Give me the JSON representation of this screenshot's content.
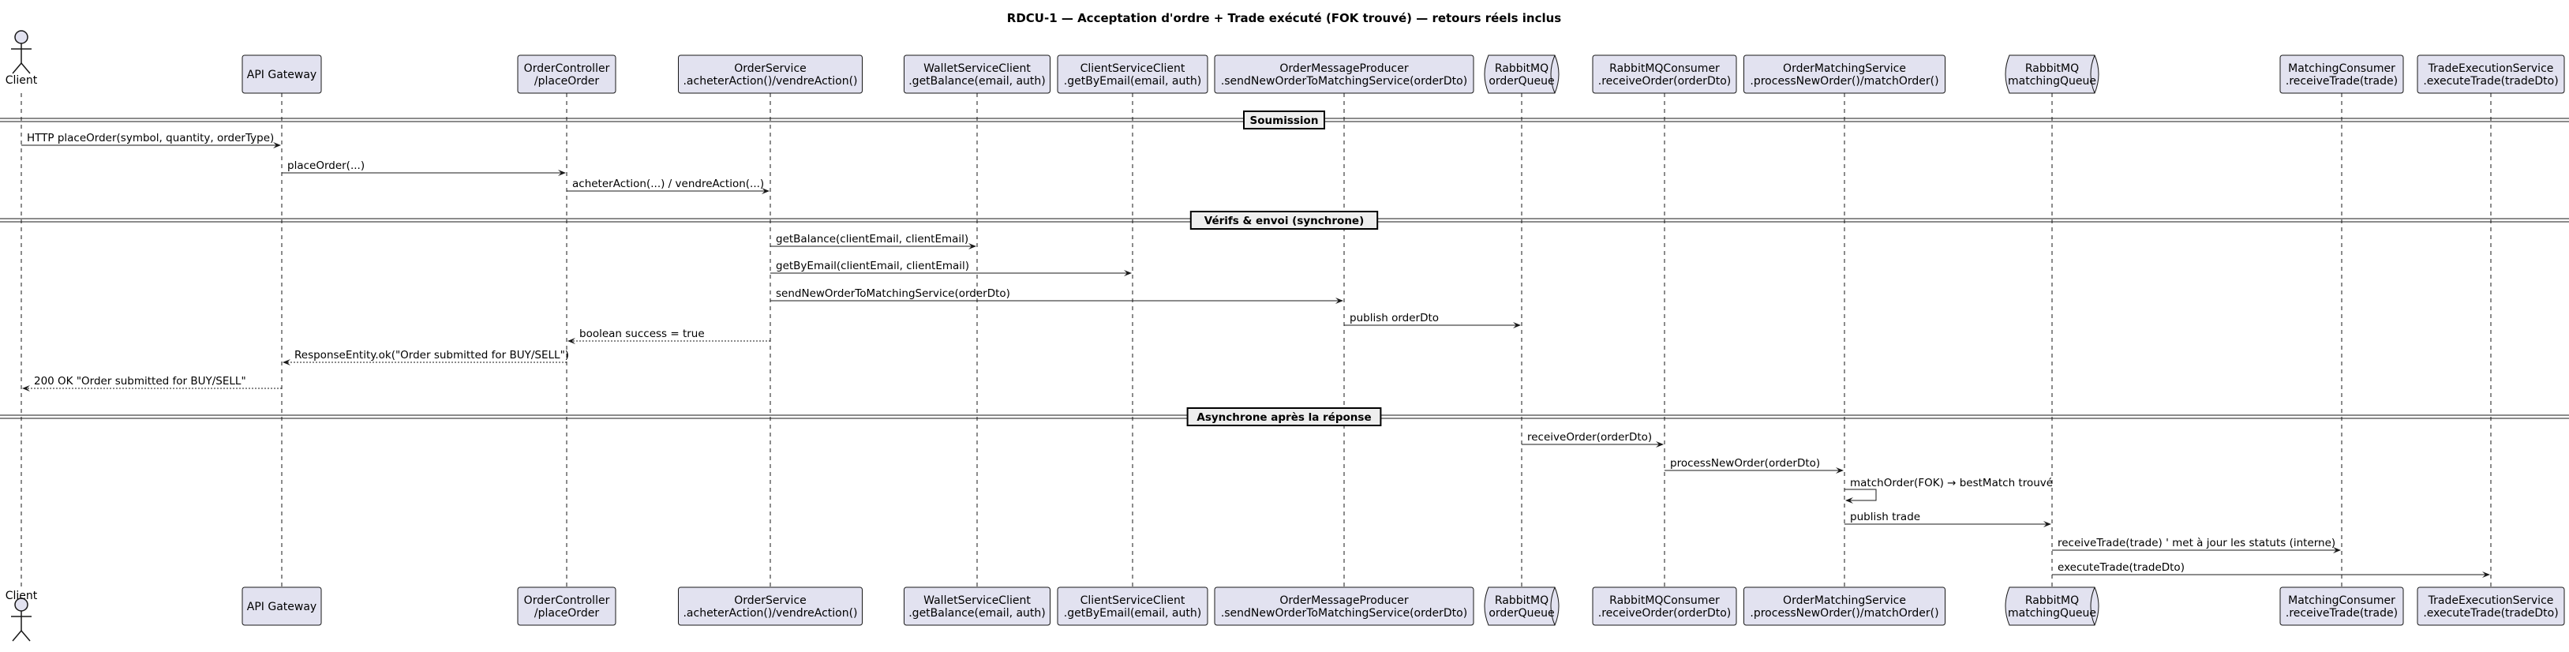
{
  "title": "RDCU-1 — Acceptation d'ordre + Trade exécuté (FOK trouvé) — retours réels inclus",
  "colors": {
    "participant_fill": "#E2E2F0",
    "line": "#181818",
    "divider_fill": "#EEEEEE",
    "background": "#FFFFFF"
  },
  "participants": [
    {
      "id": "client",
      "kind": "actor",
      "label": [
        "Client"
      ]
    },
    {
      "id": "gateway",
      "kind": "box",
      "label": [
        "API Gateway"
      ]
    },
    {
      "id": "controller",
      "kind": "box",
      "label": [
        "OrderController",
        "/placeOrder"
      ]
    },
    {
      "id": "orderService",
      "kind": "box",
      "label": [
        "OrderService",
        ".acheterAction()/vendreAction()"
      ]
    },
    {
      "id": "walletClient",
      "kind": "box",
      "label": [
        "WalletServiceClient",
        ".getBalance(email, auth)"
      ]
    },
    {
      "id": "clientClient",
      "kind": "box",
      "label": [
        "ClientServiceClient",
        ".getByEmail(email, auth)"
      ]
    },
    {
      "id": "producer",
      "kind": "box",
      "label": [
        "OrderMessageProducer",
        ".sendNewOrderToMatchingService(orderDto)"
      ]
    },
    {
      "id": "orderQueue",
      "kind": "queue",
      "label": [
        "RabbitMQ",
        "orderQueue"
      ]
    },
    {
      "id": "consumer",
      "kind": "box",
      "label": [
        "RabbitMQConsumer",
        ".receiveOrder(orderDto)"
      ]
    },
    {
      "id": "matchingService",
      "kind": "box",
      "label": [
        "OrderMatchingService",
        ".processNewOrder()/matchOrder()"
      ]
    },
    {
      "id": "matchingQueue",
      "kind": "queue",
      "label": [
        "RabbitMQ",
        "matchingQueue"
      ]
    },
    {
      "id": "matchingConsumer",
      "kind": "box",
      "label": [
        "MatchingConsumer",
        ".receiveTrade(trade)"
      ]
    },
    {
      "id": "tradeExec",
      "kind": "box",
      "label": [
        "TradeExecutionService",
        ".executeTrade(tradeDto)"
      ]
    }
  ],
  "sequence": [
    {
      "type": "divider",
      "label": "Soumission"
    },
    {
      "type": "message",
      "from": "client",
      "to": "gateway",
      "label": "HTTP placeOrder(symbol, quantity, orderType)",
      "style": "solid"
    },
    {
      "type": "message",
      "from": "gateway",
      "to": "controller",
      "label": "placeOrder(...)",
      "style": "solid"
    },
    {
      "type": "message",
      "from": "controller",
      "to": "orderService",
      "label": "acheterAction(...) / vendreAction(...)",
      "style": "solid"
    },
    {
      "type": "divider",
      "label": "Vérifs & envoi (synchrone)"
    },
    {
      "type": "message",
      "from": "orderService",
      "to": "walletClient",
      "label": "getBalance(clientEmail, clientEmail)",
      "style": "solid"
    },
    {
      "type": "message",
      "from": "orderService",
      "to": "clientClient",
      "label": "getByEmail(clientEmail, clientEmail)",
      "style": "solid"
    },
    {
      "type": "message",
      "from": "orderService",
      "to": "producer",
      "label": "sendNewOrderToMatchingService(orderDto)",
      "style": "solid"
    },
    {
      "type": "message",
      "from": "producer",
      "to": "orderQueue",
      "label": "publish orderDto",
      "style": "solid"
    },
    {
      "type": "message",
      "from": "orderService",
      "to": "controller",
      "label": "boolean success = true",
      "style": "dashed"
    },
    {
      "type": "message",
      "from": "controller",
      "to": "gateway",
      "label": "ResponseEntity.ok(\"Order submitted for BUY/SELL\")",
      "style": "dashed"
    },
    {
      "type": "message",
      "from": "gateway",
      "to": "client",
      "label": "200 OK \"Order submitted for BUY/SELL\"",
      "style": "dashed"
    },
    {
      "type": "divider",
      "label": "Asynchrone après la réponse"
    },
    {
      "type": "message",
      "from": "orderQueue",
      "to": "consumer",
      "label": "receiveOrder(orderDto)",
      "style": "solid"
    },
    {
      "type": "message",
      "from": "consumer",
      "to": "matchingService",
      "label": "processNewOrder(orderDto)",
      "style": "solid"
    },
    {
      "type": "self",
      "on": "matchingService",
      "label": "matchOrder(FOK) → bestMatch trouvé"
    },
    {
      "type": "message",
      "from": "matchingService",
      "to": "matchingQueue",
      "label": "publish trade",
      "style": "solid"
    },
    {
      "type": "message",
      "from": "matchingQueue",
      "to": "matchingConsumer",
      "label": "receiveTrade(trade)  ' met à jour les statuts (interne)",
      "style": "solid"
    },
    {
      "type": "message",
      "from": "matchingQueue",
      "to": "tradeExec",
      "label": "executeTrade(tradeDto)",
      "style": "solid"
    }
  ]
}
